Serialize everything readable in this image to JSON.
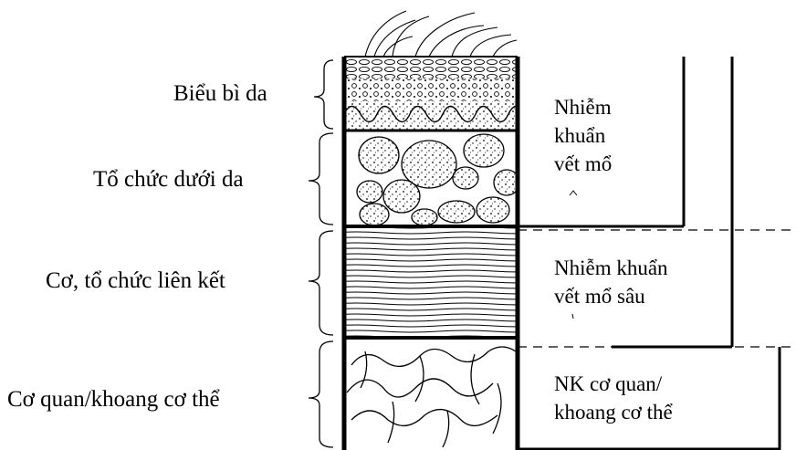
{
  "layers": [
    {
      "id": "epidermis",
      "label": "Biểu bì da"
    },
    {
      "id": "subcutaneous",
      "label": "Tổ chức dưới da"
    },
    {
      "id": "muscle",
      "label": "Cơ, tổ chức liên kết"
    },
    {
      "id": "organ",
      "label": "Cơ quan/khoang cơ thể"
    }
  ],
  "infections": {
    "superficial": {
      "line1": "Nhiễm",
      "line2": "khuẩn",
      "line3": "vết mổ"
    },
    "deep": {
      "line1": "Nhiễm khuẩn",
      "line2": "vết mổ sâu"
    },
    "organ": {
      "line1": "NK cơ quan/",
      "line2": "khoang cơ thể"
    }
  }
}
